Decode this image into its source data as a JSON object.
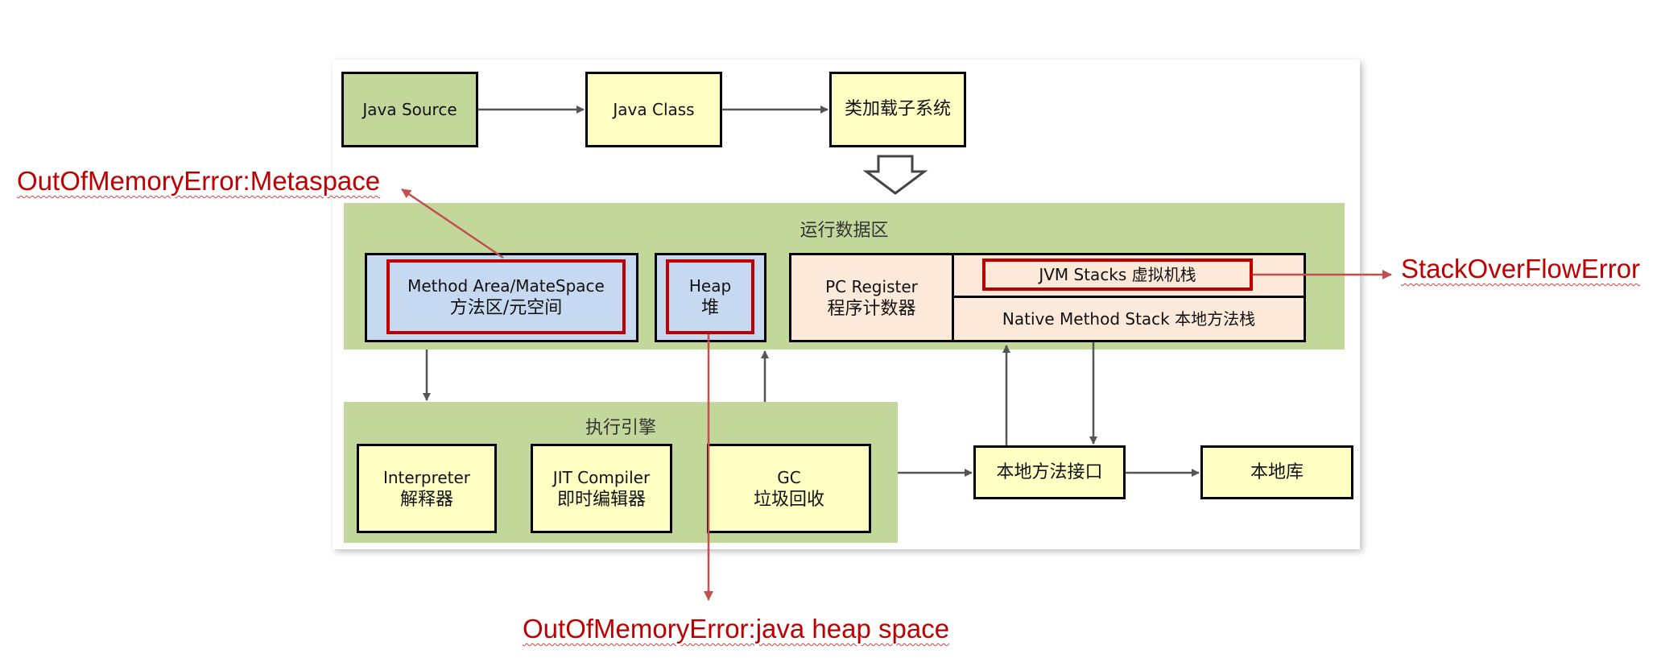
{
  "flow": {
    "java_source": "Java Source",
    "java_class": "Java Class",
    "class_loader": "类加载子系统"
  },
  "runtime_area": {
    "title": "运行数据区",
    "method_area_line1": "Method Area/MateSpace",
    "method_area_line2": "方法区/元空间",
    "heap_line1": "Heap",
    "heap_line2": "堆",
    "pc_register_line1": "PC Register",
    "pc_register_line2": "程序计数器",
    "jvm_stacks": "JVM Stacks 虚拟机栈",
    "native_method_stack": "Native Method Stack 本地方法栈"
  },
  "execution_engine": {
    "title": "执行引擎",
    "interpreter_line1": "Interpreter",
    "interpreter_line2": "解释器",
    "jit_line1": "JIT Compiler",
    "jit_line2": "即时编辑器",
    "gc_line1": "GC",
    "gc_line2": "垃圾回收"
  },
  "native": {
    "interface": "本地方法接口",
    "library": "本地库"
  },
  "errors": {
    "metaspace": "OutOfMemoryError:Metaspace",
    "stack_overflow": "StackOverFlowError",
    "heap_space": "OutOfMemoryError:java heap space"
  },
  "colors": {
    "error_red": "#c00000",
    "green_area": "#c4d79b",
    "yellow_box": "#ffffc3",
    "blue_box": "#c6d9f1",
    "peach_box": "#fde9d9"
  }
}
